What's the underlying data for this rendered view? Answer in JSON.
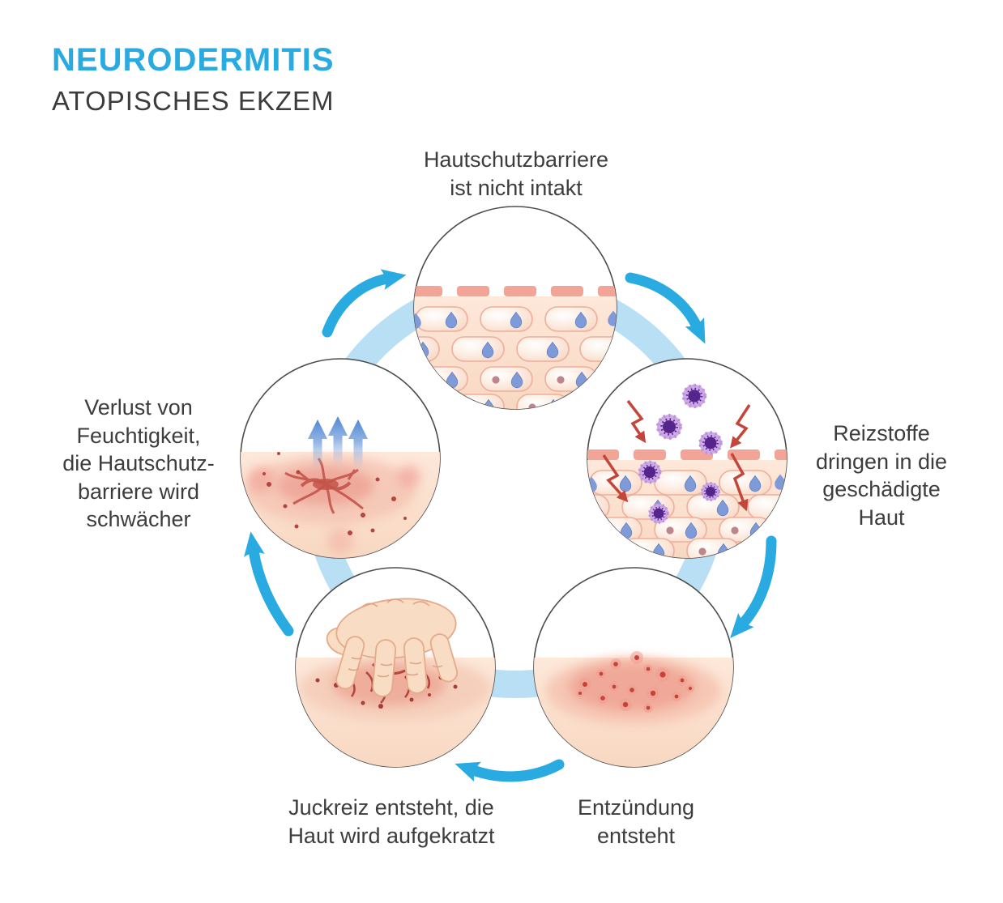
{
  "page": {
    "background": "#ffffff"
  },
  "header": {
    "title": "NEURODERMITIS",
    "subtitle": "ATOPISCHES EKZEM"
  },
  "theme": {
    "accent_blue": "#29abe2",
    "ring_blue": "#b9dff5",
    "text_color": "#3d3d3d",
    "skin_tone": "#fbe3d1",
    "barrier_dash_color": "#f2a496",
    "droplet_blue": "#7e9ad8",
    "microbe_purple": "#55258b",
    "irritant_arrow_red": "#c4453a",
    "inflammation_red": "#cc4a42"
  },
  "cycle": {
    "direction": "clockwise",
    "arrow_count": 5,
    "steps": [
      {
        "id": "barrier-defect",
        "position": "top",
        "label": "Hautschutzbarriere\nist nicht intakt",
        "illustration": "skin-cross-section-with-broken-barrier"
      },
      {
        "id": "irritants-enter",
        "position": "right",
        "label": "Reizstoffe\ndringen in die\ngeschädigte\nHaut",
        "illustration": "microbes-and-irritants-entering-skin"
      },
      {
        "id": "inflammation",
        "position": "bottom-right",
        "label": "Entzündung\nentsteht",
        "illustration": "red-inflamed-skin-patch"
      },
      {
        "id": "itch-scratch",
        "position": "bottom-left",
        "label": "Juckreiz entsteht, die\nHaut wird aufgekratzt",
        "illustration": "hand-scratching-irritated-skin"
      },
      {
        "id": "moisture-loss",
        "position": "left",
        "label": "Verlust von\nFeuchtigkeit,\ndie Hautschutz-\nbarriere wird\nschwächer",
        "illustration": "moisture-evaporating-from-skin"
      }
    ]
  }
}
